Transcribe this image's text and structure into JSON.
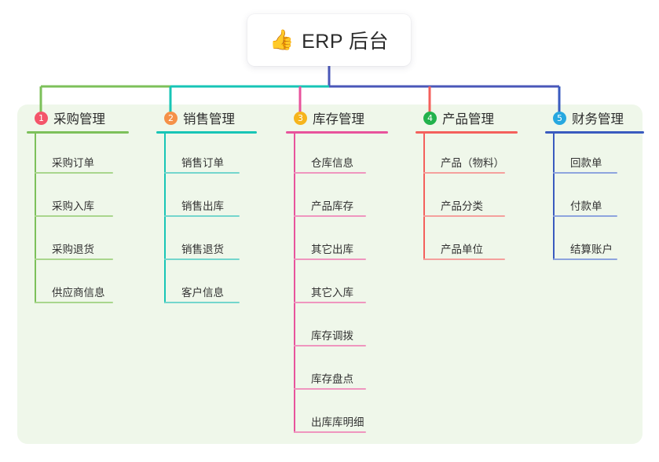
{
  "root": {
    "icon": "thumbs-up-icon",
    "emoji": "👍",
    "title": "ERP 后台"
  },
  "palette": {
    "panel_bg": "#eff7ea",
    "card_bg": "#ffffff",
    "trunk": "#4a57b8",
    "text": "#2d2d2d"
  },
  "columns": [
    {
      "number": "1",
      "title": "采购管理",
      "badge_color": "#f4556a",
      "line_color": "#7cc05a",
      "leaf_line_color": "#a9d68d",
      "items": [
        {
          "label": "采购订单"
        },
        {
          "label": "采购入库"
        },
        {
          "label": "采购退货"
        },
        {
          "label": "供应商信息"
        }
      ]
    },
    {
      "number": "2",
      "title": "销售管理",
      "badge_color": "#f59148",
      "line_color": "#17c5b6",
      "leaf_line_color": "#74d6cd",
      "items": [
        {
          "label": "销售订单"
        },
        {
          "label": "销售出库"
        },
        {
          "label": "销售退货"
        },
        {
          "label": "客户信息"
        }
      ]
    },
    {
      "number": "3",
      "title": "库存管理",
      "badge_color": "#f6b41c",
      "line_color": "#e8539c",
      "leaf_line_color": "#ef96bf",
      "items": [
        {
          "label": "仓库信息"
        },
        {
          "label": "产品库存"
        },
        {
          "label": "其它出库"
        },
        {
          "label": "其它入库"
        },
        {
          "label": "库存调拨"
        },
        {
          "label": "库存盘点"
        },
        {
          "label": "出库库明细"
        }
      ]
    },
    {
      "number": "4",
      "title": "产品管理",
      "badge_color": "#22b24c",
      "line_color": "#f4605c",
      "leaf_line_color": "#f5a09d",
      "items": [
        {
          "label": "产品（物料）"
        },
        {
          "label": "产品分类"
        },
        {
          "label": "产品单位"
        }
      ]
    },
    {
      "number": "5",
      "title": "财务管理",
      "badge_color": "#27a8e0",
      "line_color": "#3a5bbf",
      "leaf_line_color": "#8ea4de",
      "items": [
        {
          "label": "回款单"
        },
        {
          "label": "付款单"
        },
        {
          "label": "结算账户"
        }
      ]
    }
  ]
}
